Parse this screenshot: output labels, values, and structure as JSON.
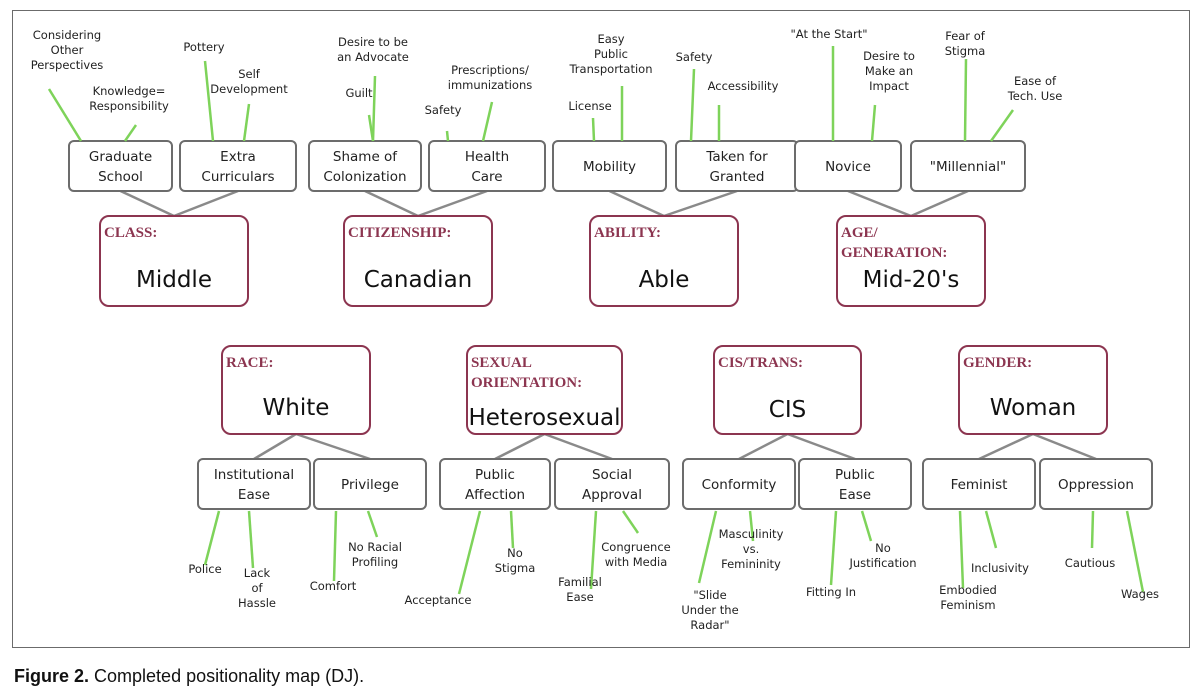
{
  "caption": {
    "label": "Figure 2.",
    "text": "Completed positionality map (DJ)."
  },
  "colors": {
    "main_border": "#8c3550",
    "category_text": "#8c3550",
    "sub_border": "#666666",
    "note_line": "#7ed35a",
    "connector": "#8a8a8a"
  },
  "groups": [
    {
      "id": "class",
      "category": [
        "CLASS:"
      ],
      "value": "Middle",
      "subs": [
        {
          "label": [
            "Graduate",
            "School"
          ],
          "notes": [
            {
              "text": [
                "Considering",
                "Other",
                "Perspectives"
              ]
            },
            {
              "text": [
                "Knowledge=",
                "Responsibility"
              ]
            }
          ]
        },
        {
          "label": [
            "Extra",
            "Curriculars"
          ],
          "notes": [
            {
              "text": [
                "Pottery"
              ]
            },
            {
              "text": [
                "Self",
                "Development"
              ]
            }
          ]
        }
      ]
    },
    {
      "id": "citizenship",
      "category": [
        "CITIZENSHIP:"
      ],
      "value": "Canadian",
      "subs": [
        {
          "label": [
            "Shame of",
            "Colonization"
          ],
          "notes": [
            {
              "text": [
                "Guilt"
              ]
            },
            {
              "text": [
                "Desire to be",
                "an Advocate"
              ]
            }
          ]
        },
        {
          "label": [
            "Health",
            "Care"
          ],
          "notes": [
            {
              "text": [
                "Safety"
              ]
            },
            {
              "text": [
                "Prescriptions/",
                "immunizations"
              ]
            }
          ]
        }
      ]
    },
    {
      "id": "ability",
      "category": [
        "ABILITY:"
      ],
      "value": "Able",
      "subs": [
        {
          "label": [
            "Mobility"
          ],
          "notes": [
            {
              "text": [
                "License"
              ]
            },
            {
              "text": [
                "Easy",
                "Public",
                "Transportation"
              ]
            }
          ]
        },
        {
          "label": [
            "Taken for",
            "Granted"
          ],
          "notes": [
            {
              "text": [
                "Safety"
              ]
            },
            {
              "text": [
                "Accessibility"
              ]
            }
          ]
        }
      ]
    },
    {
      "id": "age",
      "category": [
        "AGE/",
        "GENERATION:"
      ],
      "value": "Mid-20's",
      "subs": [
        {
          "label": [
            "Novice"
          ],
          "notes": [
            {
              "text": [
                "\"At the Start\""
              ]
            },
            {
              "text": [
                "Desire to",
                "Make an",
                "Impact"
              ]
            }
          ]
        },
        {
          "label": [
            "\"Millennial\""
          ],
          "notes": [
            {
              "text": [
                "Fear of",
                "Stigma"
              ]
            },
            {
              "text": [
                "Ease of",
                "Tech. Use"
              ]
            }
          ]
        }
      ]
    },
    {
      "id": "race",
      "category": [
        "RACE:"
      ],
      "value": "White",
      "subs": [
        {
          "label": [
            "Institutional",
            "Ease"
          ],
          "notes": [
            {
              "text": [
                "Police"
              ]
            },
            {
              "text": [
                "Lack",
                "of",
                "Hassle"
              ]
            }
          ]
        },
        {
          "label": [
            "Privilege"
          ],
          "notes": [
            {
              "text": [
                "Comfort"
              ]
            },
            {
              "text": [
                "No Racial",
                "Profiling"
              ]
            }
          ]
        }
      ]
    },
    {
      "id": "sexual",
      "category": [
        "SEXUAL",
        "ORIENTATION:"
      ],
      "value": "Heterosexual",
      "subs": [
        {
          "label": [
            "Public",
            "Affection"
          ],
          "notes": [
            {
              "text": [
                "Acceptance"
              ]
            },
            {
              "text": [
                "No",
                "Stigma"
              ]
            }
          ]
        },
        {
          "label": [
            "Social",
            "Approval"
          ],
          "notes": [
            {
              "text": [
                "Familial",
                "Ease"
              ]
            },
            {
              "text": [
                "Congruence",
                "with Media"
              ]
            }
          ]
        }
      ]
    },
    {
      "id": "cistrans",
      "category": [
        "CIS/TRANS:"
      ],
      "value": "CIS",
      "subs": [
        {
          "label": [
            "Conformity"
          ],
          "notes": [
            {
              "text": [
                "\"Slide",
                "Under the",
                "Radar\""
              ]
            },
            {
              "text": [
                "Masculinity",
                "vs.",
                "Femininity"
              ]
            }
          ]
        },
        {
          "label": [
            "Public",
            "Ease"
          ],
          "notes": [
            {
              "text": [
                "Fitting In"
              ]
            },
            {
              "text": [
                "No",
                "Justification"
              ]
            }
          ]
        }
      ]
    },
    {
      "id": "gender",
      "category": [
        "GENDER:"
      ],
      "value": "Woman",
      "subs": [
        {
          "label": [
            "Feminist"
          ],
          "notes": [
            {
              "text": [
                "Embodied",
                "Feminism"
              ]
            },
            {
              "text": [
                "Inclusivity"
              ]
            }
          ]
        },
        {
          "label": [
            "Oppression"
          ],
          "notes": [
            {
              "text": [
                "Cautious"
              ]
            },
            {
              "text": [
                "Wages"
              ]
            }
          ]
        }
      ]
    }
  ]
}
